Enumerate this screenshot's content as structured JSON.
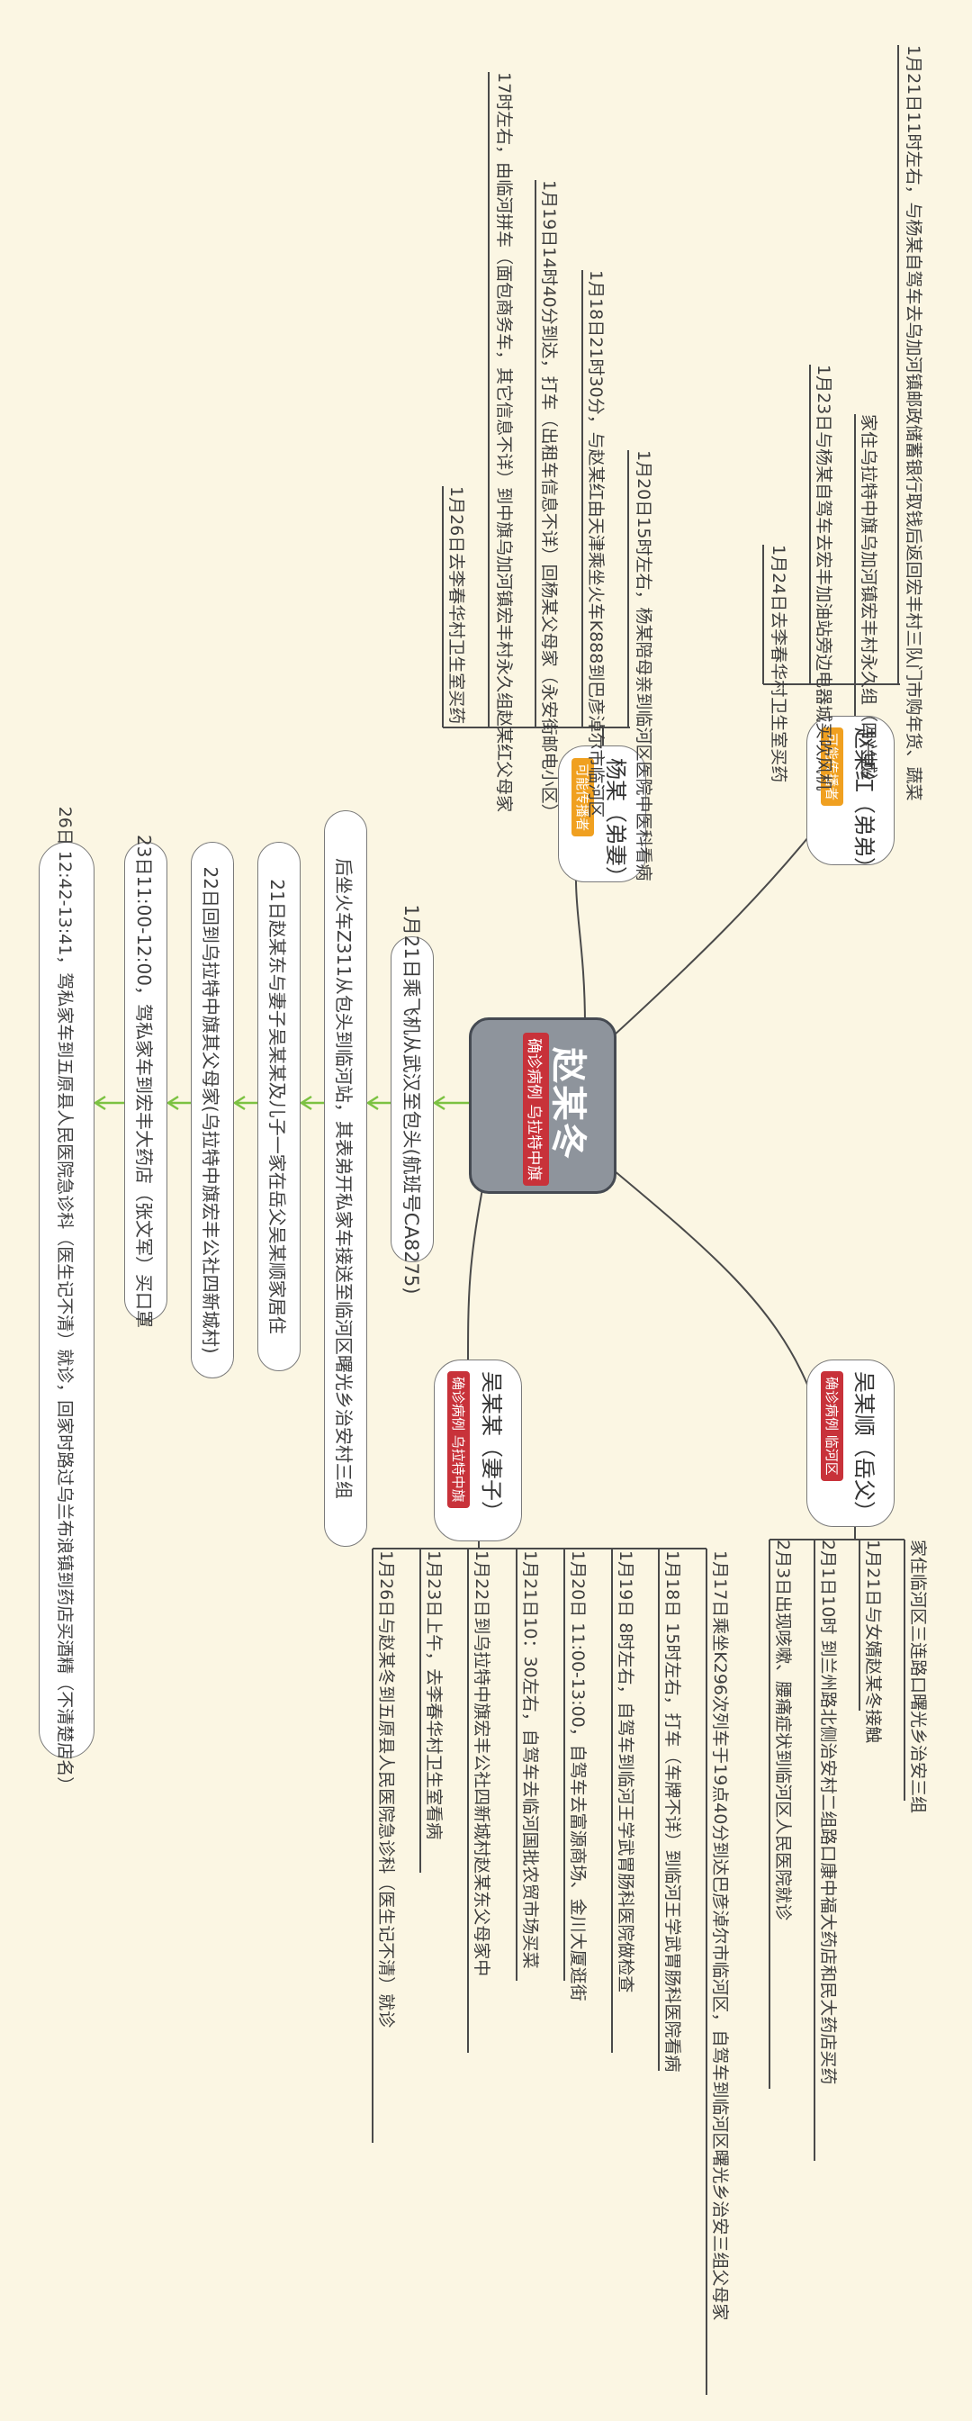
{
  "root": {
    "title": "赵某冬",
    "tag": "确诊病例 乌拉特中旗"
  },
  "colors": {
    "suspected_tag": "#f0a020",
    "confirmed_tag": "#c8323a",
    "green_arrow": "#7cc242",
    "line": "#4a4a4a"
  },
  "zhao_hong": {
    "title": "赵某红（弟弟）",
    "tag": "可能传播者",
    "items": [
      "1月21日11时左右，与杨某自驾车去乌加河镇邮政储蓄银行取钱后返回宏丰村三队门市购年货、蔬菜",
      "家住乌拉特中旗乌加河镇宏丰村永久组（四兴城）",
      "1月23日与杨某自驾车去宏丰加油站旁边电器城买吹风机",
      "1月24日去李春华村卫生室买药"
    ]
  },
  "yang": {
    "title": "杨某（弟妻）",
    "tag": "可能传播者",
    "items": [
      "17时左右，由临河拼车（面包商务车，其它信息不详）到中旗乌加河镇宏丰村永久组赵某红父母家",
      "1月19日14时40分到达，打车（出租车信息不详）回杨某父母家（永安街邮电小区）",
      "1月18日21时30分，与赵某红由天津乘坐火车K888到巴彦淖尔市临河区",
      "1月20日15时左右，杨某陪母亲到临河区医院中医科看病",
      "1月26日去李春华村卫生室买药"
    ]
  },
  "wu_shun": {
    "title": "吴某顺（岳父）",
    "tag": "确诊病例 临河区",
    "items": [
      "家住临河区三连路口曙光乡治安三组",
      "1月21日与女婿赵某冬接触",
      "2月1日10时 到兰州路北侧治安村二组路口康中福大药店和民大药店买药",
      "2月3日出现咳嗽、腰痛症状到临河区人民医院就诊"
    ]
  },
  "wu_mou": {
    "title": "吴某某（妻子）",
    "tag": "确诊病例 乌拉特中旗",
    "items": [
      "1月17日乘坐K296次列车于19点40分到达巴彦淖尔市临河区，自驾车到临河区曙光乡治安三组父母家",
      "1月18日 15时左右，打车（车牌不详）到临河王学武胃肠科医院看病",
      "1月19日 8时左右，自驾车到临河王学武胃肠科医院做检查",
      "1月20日 11:00-13:00，自驾车去富源商场、金川大厦逛街",
      "1月21日10：30左右，自驾车去临河国批农贸市场买菜",
      "1月22日到乌拉特中旗宏丰公社四新城村赵某东父母家中",
      "1月23日上午，去李春华村卫生室看病",
      "1月26日与赵某冬到五原县人民医院急诊科（医生记不清）就诊"
    ]
  },
  "timeline": [
    "1月21日乘飞机从武汉至包头(航班号CA8275)",
    "后坐火车Z311从包头到临河站，其表弟开私家车接送至临河区曙光乡治安村三组",
    "21日赵某东与妻子吴某某及儿子一家在岳父吴某顺家居住",
    "22日回到乌拉特中旗其父母家(乌拉特中旗宏丰公社四新城村)",
    "23日11:00-12:00，驾私家车到宏丰大药店（张文军）买口罩",
    "26日 12:42-13:41，驾私家车到五原县人民医院急诊科（医生记不清）就诊，回家时路过乌兰布浪镇到药店买酒精（不清楚店名）"
  ]
}
